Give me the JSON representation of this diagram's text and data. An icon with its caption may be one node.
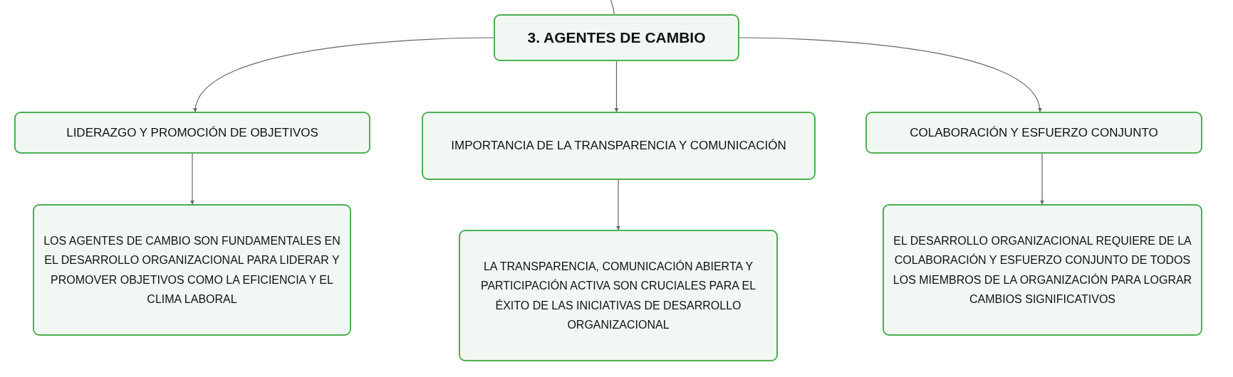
{
  "diagram": {
    "nodes": [
      {
        "text": [
          "3. AGENTES DE CAMBIO"
        ]
      },
      {
        "text": [
          "LIDERAZGO Y PROMOCIÓN DE OBJETIVOS"
        ]
      },
      {
        "text": [
          "IMPORTANCIA DE LA TRANSPARENCIA Y COMUNICACIÓN"
        ]
      },
      {
        "text": [
          "COLABORACIÓN Y ESFUERZO CONJUNTO"
        ]
      },
      {
        "text": [
          "LOS AGENTES DE CAMBIO SON FUNDAMENTALES EN EL DESARROLLO ORGANIZACIONAL PARA LIDERAR Y PROMOVER OBJETIVOS COMO LA EFICIENCIA Y EL CLIMA LABORAL"
        ]
      },
      {
        "text": [
          "LA TRANSPARENCIA, COMUNICACIÓN ABIERTA Y PARTICIPACIÓN ACTIVA SON CRUCIALES PARA EL ÉXITO DE LAS INICIATIVAS DE DESARROLLO ORGANIZACIONAL"
        ]
      },
      {
        "text": [
          "EL DESARROLLO ORGANIZACIONAL REQUIERE DE LA COLABORACIÓN Y ESFUERZO CONJUNTO DE TODOS LOS MIEMBROS DE LA ORGANIZACIÓN PARA LOGRAR CAMBIOS SIGNIFICATIVOS"
        ]
      }
    ],
    "edges": [
      {
        "from": null,
        "to": 0,
        "arrow": "none"
      },
      {
        "from": 0,
        "to": 1,
        "arrow": "to"
      },
      {
        "from": 0,
        "to": 2,
        "arrow": "to"
      },
      {
        "from": 0,
        "to": 3,
        "arrow": "to"
      },
      {
        "from": 1,
        "to": 4,
        "arrow": "to"
      },
      {
        "from": 2,
        "to": 5,
        "arrow": "to"
      },
      {
        "from": 3,
        "to": 6,
        "arrow": "to"
      }
    ]
  }
}
